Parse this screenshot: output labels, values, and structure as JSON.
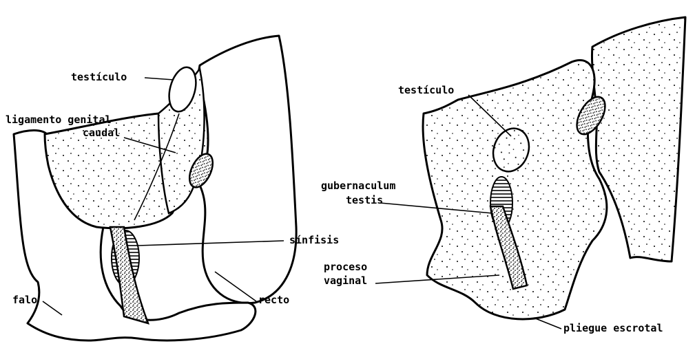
{
  "left_diagram": {
    "labels": {
      "testicle": "testículo",
      "caudal_ligament_line1": "ligamento genital",
      "caudal_ligament_line2": "caudal",
      "symphysis": "sínfisis",
      "phallus": "falo",
      "rectum": "recto"
    }
  },
  "right_diagram": {
    "labels": {
      "testicle": "testículo",
      "gubernaculum_line1": "gubernaculum",
      "gubernaculum_line2": "testis",
      "vaginal_process_line1": "proceso",
      "vaginal_process_line2": "vaginal",
      "scrotal_fold": "pliegue escrotal"
    }
  }
}
